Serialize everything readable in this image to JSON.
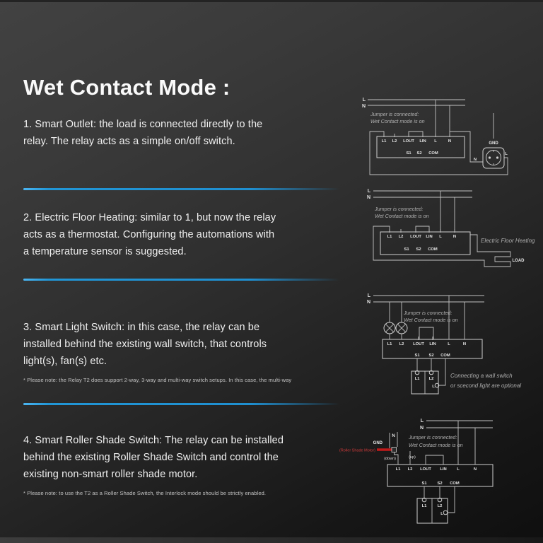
{
  "header": {
    "title": "Wet Contact Mode :"
  },
  "sections": [
    {
      "body": "1. Smart Outlet:  the load is connected directly to the\nrelay. The relay acts as a simple on/off switch."
    },
    {
      "body": "2. Electric Floor Heating: similar to 1, but now the relay\nacts as a thermostat. Configuring the automations with\na temperature sensor is suggested."
    },
    {
      "body": "3. Smart Light  Switch: in this case, the relay can be\ninstalled behind the existing wall switch, that controls\nlight(s), fan(s) etc.",
      "note": "* Please note: the Relay T2 does support 2-way, 3-way and multi-way switch setups. In this case, the multi-way"
    },
    {
      "body": "4. Smart Roller Shade Switch: The relay can be installed\nbehind the existing Roller Shade Switch and control the\nexisting non-smart roller shade motor.",
      "note": "* Please note: to use the T2 as a Roller Shade Switch, the Interlock mode should be strictly enabled."
    }
  ],
  "diagrams": {
    "jumper_line1": "Jumper is connected:",
    "jumper_line2": "Wet Contact mode is on",
    "bus_l": "L",
    "bus_n": "N",
    "terminals_top": [
      "L1",
      "L2",
      "LOUT",
      "LIN",
      "L",
      "N"
    ],
    "terminals_bottom": [
      "S1",
      "S2",
      "COM"
    ],
    "outlet": {
      "gnd": "GND",
      "n": "N",
      "l": "L"
    },
    "heating": {
      "caption": "Electric Floor Heating",
      "load": "LOAD"
    },
    "wall_switch": {
      "l1": "L1",
      "l2": "L2",
      "l": "L",
      "caption1": "Connecting a wall switch",
      "caption2": "or scecond light are optional"
    },
    "roller": {
      "gnd": "GND",
      "n": "N",
      "motor": "(Roller Shade Motor)",
      "down": "(down)",
      "up": "(up)"
    }
  },
  "colors": {
    "accent_blue": "#2196d6",
    "wire": "#c2c2c2",
    "motor_red": "#c21a1a"
  }
}
